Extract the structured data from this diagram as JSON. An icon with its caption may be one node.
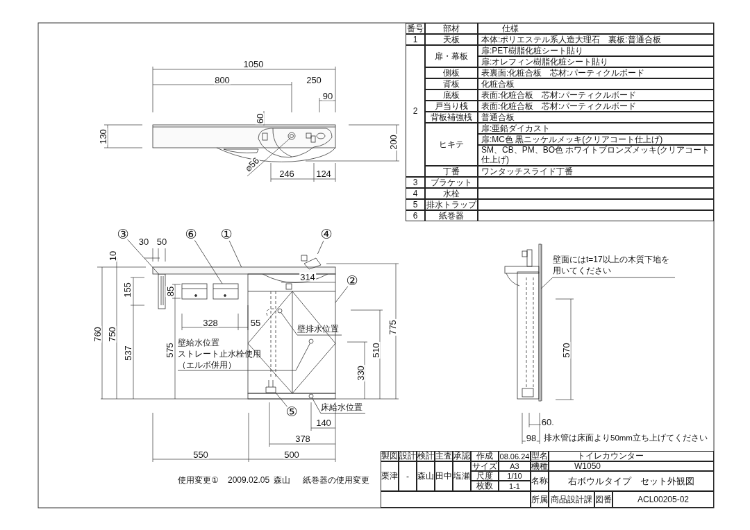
{
  "diagram": {
    "nodes": [
      {
        "text": [
          "③"
        ]
      },
      {
        "text": [
          "⑥"
        ]
      },
      {
        "text": [
          "①"
        ]
      },
      {
        "text": [
          "④"
        ]
      },
      {
        "text": [
          "②"
        ]
      },
      {
        "text": [
          "壁排水位置"
        ]
      },
      {
        "text": [
          "壁給水位置",
          "ストレート止水栓使用",
          "（エルボ併用）"
        ]
      },
      {
        "text": [
          "⑤"
        ]
      },
      {
        "text": [
          "床給水位置"
        ]
      },
      {
        "text": [
          "壁面にはt=17以上の木質下地を用いてください"
        ]
      },
      {
        "text": [],
        "shape": "bar"
      },
      {
        "text": [],
        "shape": "box"
      },
      {
        "text": [],
        "shape": "bar"
      },
      {
        "text": [],
        "shape": "picture"
      },
      {
        "text": [],
        "shape": "box"
      },
      {
        "text": [],
        "shape": "circle",
        "in": 14
      },
      {
        "text": [],
        "shape": "circle",
        "in": 14
      },
      {
        "text": [],
        "shape": "picture",
        "in": 14
      },
      {
        "text": [],
        "shape": "circle"
      },
      {
        "text": [],
        "shape": "bar"
      }
    ],
    "edges": [
      {
        "from": 0,
        "to": 10,
        "arrow": "none"
      },
      {
        "from": 1,
        "to": 11,
        "arrow": "none"
      },
      {
        "from": 2,
        "to": 12,
        "arrow": "none"
      },
      {
        "from": 3,
        "to": 13,
        "arrow": "none"
      },
      {
        "from": 4,
        "to": 14,
        "arrow": "none"
      },
      {
        "from": 5,
        "to": 15,
        "arrow": "none"
      },
      {
        "from": 6,
        "to": 16,
        "arrow": "none"
      },
      {
        "from": 7,
        "to": 17,
        "arrow": "none"
      },
      {
        "from": 8,
        "to": 18,
        "arrow": "none"
      },
      {
        "from": 9,
        "to": 19,
        "arrow": "none"
      }
    ],
    "labels": [
      "番号",
      "部材",
      "仕様",
      "1",
      "天板",
      "本体:ポリエステル系人造大理石　裏板:普通合板",
      "2",
      "扉・幕板",
      "扉:PET樹脂化粧シート貼り",
      "扉:オレフィン樹脂化粧シート貼り",
      "側板",
      "表裏面:化粧合板　芯材:パーティクルボード",
      "背板",
      "化粧合板",
      "底板",
      "表面:化粧合板　芯材:パーティクルボード",
      "戸当り桟",
      "表面:化粧合板　芯材:パーティクルボード",
      "背板補強桟",
      "普通合板",
      "ヒキテ",
      "扉:亜鉛ダイカスト",
      "扉:MC色 黒ニッケルメッキ(クリアコート仕上げ)",
      "SM、CB、PM、BO色 ホワイトブロンズメッキ(クリアコート仕上げ)",
      "丁番",
      "ワンタッチスライド丁番",
      "3",
      "ブラケット",
      "4",
      "水栓",
      "5",
      "排水トラップ",
      "6",
      "紙巻器",
      "1050",
      "800",
      "250",
      "90",
      "60",
      "130",
      "200",
      "⌀56",
      "246",
      "124",
      "30",
      "50",
      "10",
      "314",
      "155",
      "85",
      "328",
      "55",
      "760",
      "750",
      "537",
      "575",
      "330",
      "510",
      "775",
      "140",
      "378",
      "550",
      "500",
      "570",
      "60",
      "98",
      "排水管は床面より50mm立ち上げてください",
      "製図",
      "設計",
      "検計",
      "主査",
      "承認",
      "作成",
      "08.06.24",
      "型名",
      "トイレカウンター",
      "栗津",
      "-",
      "森山",
      "田中",
      "塩瀬",
      "サイズ",
      "A3",
      "機種",
      "W1050",
      "尺度",
      "1/10",
      "名称",
      "右ボウルタイプ　セット外観図",
      "枚数",
      "1-1",
      "所属",
      "商品設計課",
      "図番",
      "ACL00205-02",
      "使用変更①",
      "2009.02.05",
      "森山",
      "紙巻器の使用変更"
    ]
  }
}
